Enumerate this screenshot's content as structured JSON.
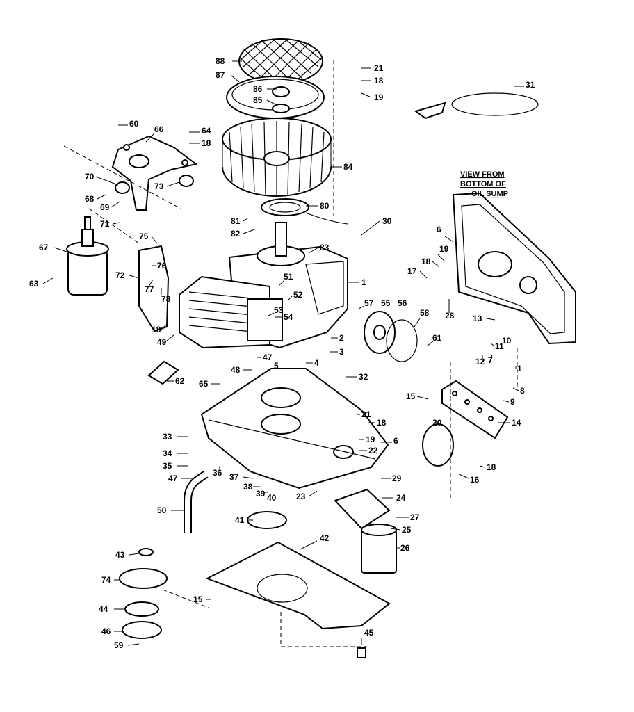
{
  "view_title": [
    "VIEW FROM",
    "BOTTOM OF",
    "OIL SUMP"
  ],
  "callouts": [
    {
      "id": "p88",
      "label": "88"
    },
    {
      "id": "p87",
      "label": "87"
    },
    {
      "id": "p86",
      "label": "86"
    },
    {
      "id": "p85",
      "label": "85"
    },
    {
      "id": "p21a",
      "label": "21"
    },
    {
      "id": "p18a",
      "label": "18"
    },
    {
      "id": "p19a",
      "label": "19"
    },
    {
      "id": "p31",
      "label": "31"
    },
    {
      "id": "p60",
      "label": "60"
    },
    {
      "id": "p66",
      "label": "66"
    },
    {
      "id": "p64",
      "label": "64"
    },
    {
      "id": "p18b",
      "label": "18"
    },
    {
      "id": "p84",
      "label": "84"
    },
    {
      "id": "p70",
      "label": "70"
    },
    {
      "id": "p73",
      "label": "73"
    },
    {
      "id": "p68",
      "label": "68"
    },
    {
      "id": "p69",
      "label": "69"
    },
    {
      "id": "p71",
      "label": "71"
    },
    {
      "id": "p80",
      "label": "80"
    },
    {
      "id": "p81",
      "label": "81"
    },
    {
      "id": "p82",
      "label": "82"
    },
    {
      "id": "p30",
      "label": "30"
    },
    {
      "id": "p67",
      "label": "67"
    },
    {
      "id": "p75",
      "label": "75"
    },
    {
      "id": "p83",
      "label": "83"
    },
    {
      "id": "p6a",
      "label": "6"
    },
    {
      "id": "p63",
      "label": "63"
    },
    {
      "id": "p72",
      "label": "72"
    },
    {
      "id": "p76",
      "label": "76"
    },
    {
      "id": "p77",
      "label": "77"
    },
    {
      "id": "p78",
      "label": "78"
    },
    {
      "id": "p19b",
      "label": "19"
    },
    {
      "id": "p18c",
      "label": "18"
    },
    {
      "id": "p17",
      "label": "17"
    },
    {
      "id": "p1a",
      "label": "1"
    },
    {
      "id": "p51",
      "label": "51"
    },
    {
      "id": "p52",
      "label": "52"
    },
    {
      "id": "p57",
      "label": "57"
    },
    {
      "id": "p55",
      "label": "55"
    },
    {
      "id": "p56",
      "label": "56"
    },
    {
      "id": "p28",
      "label": "28"
    },
    {
      "id": "p53",
      "label": "53"
    },
    {
      "id": "p54",
      "label": "54"
    },
    {
      "id": "p58",
      "label": "58"
    },
    {
      "id": "p13",
      "label": "13"
    },
    {
      "id": "p18d",
      "label": "18"
    },
    {
      "id": "p49",
      "label": "49"
    },
    {
      "id": "p2",
      "label": "2"
    },
    {
      "id": "p61",
      "label": "61"
    },
    {
      "id": "p11",
      "label": "11"
    },
    {
      "id": "p10",
      "label": "10"
    },
    {
      "id": "p47a",
      "label": "47"
    },
    {
      "id": "p3",
      "label": "3"
    },
    {
      "id": "p12",
      "label": "12"
    },
    {
      "id": "p7",
      "label": "7"
    },
    {
      "id": "p48",
      "label": "48"
    },
    {
      "id": "p4",
      "label": "4"
    },
    {
      "id": "p1b",
      "label": "1"
    },
    {
      "id": "p5",
      "label": "5"
    },
    {
      "id": "p62",
      "label": "62"
    },
    {
      "id": "p65",
      "label": "65"
    },
    {
      "id": "p32",
      "label": "32"
    },
    {
      "id": "p8",
      "label": "8"
    },
    {
      "id": "p15a",
      "label": "15"
    },
    {
      "id": "p9",
      "label": "9"
    },
    {
      "id": "p21b",
      "label": "21"
    },
    {
      "id": "p18e",
      "label": "18"
    },
    {
      "id": "p20",
      "label": "20"
    },
    {
      "id": "p14",
      "label": "14"
    },
    {
      "id": "p33",
      "label": "33"
    },
    {
      "id": "p19c",
      "label": "19"
    },
    {
      "id": "p6b",
      "label": "6"
    },
    {
      "id": "p22",
      "label": "22"
    },
    {
      "id": "p34",
      "label": "34"
    },
    {
      "id": "p35",
      "label": "35"
    },
    {
      "id": "p18f",
      "label": "18"
    },
    {
      "id": "p36",
      "label": "36"
    },
    {
      "id": "p47b",
      "label": "47"
    },
    {
      "id": "p37",
      "label": "37"
    },
    {
      "id": "p29",
      "label": "29"
    },
    {
      "id": "p16",
      "label": "16"
    },
    {
      "id": "p38",
      "label": "38"
    },
    {
      "id": "p39",
      "label": "39"
    },
    {
      "id": "p40",
      "label": "40"
    },
    {
      "id": "p23",
      "label": "23"
    },
    {
      "id": "p24",
      "label": "24"
    },
    {
      "id": "p50",
      "label": "50"
    },
    {
      "id": "p27",
      "label": "27"
    },
    {
      "id": "p41",
      "label": "41"
    },
    {
      "id": "p25",
      "label": "25"
    },
    {
      "id": "p26",
      "label": "26"
    },
    {
      "id": "p43",
      "label": "43"
    },
    {
      "id": "p42",
      "label": "42"
    },
    {
      "id": "p74",
      "label": "74"
    },
    {
      "id": "p15b",
      "label": "15"
    },
    {
      "id": "p44",
      "label": "44"
    },
    {
      "id": "p46",
      "label": "46"
    },
    {
      "id": "p45",
      "label": "45"
    },
    {
      "id": "p59",
      "label": "59"
    }
  ]
}
